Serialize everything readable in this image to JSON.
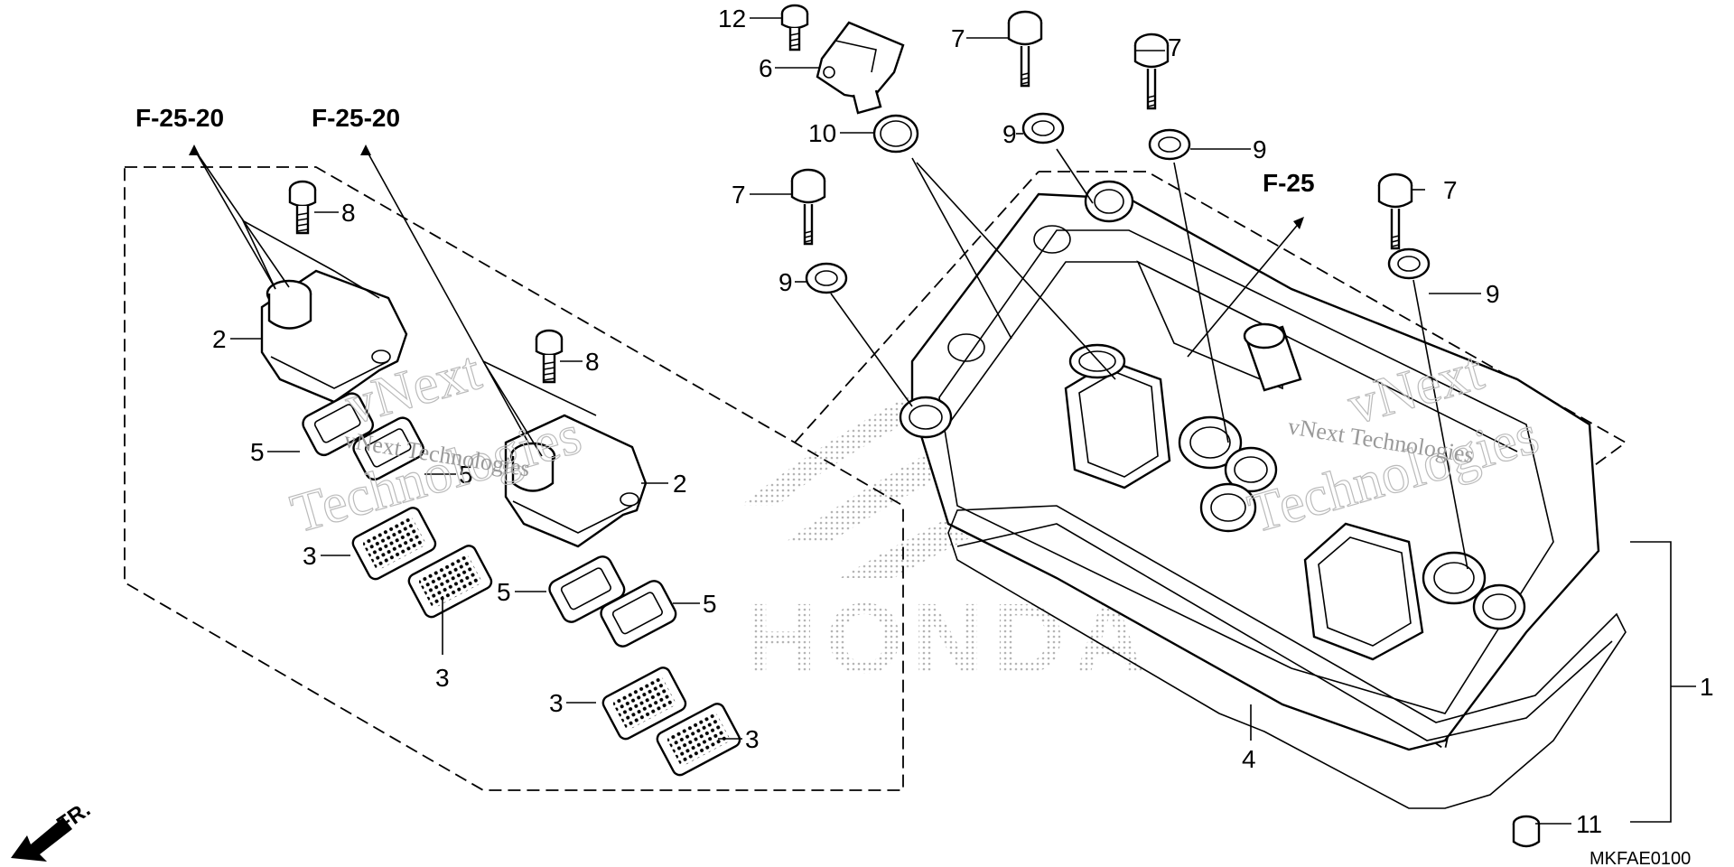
{
  "diagram": {
    "callouts": {
      "p1": "1",
      "p2a": "2",
      "p2b": "2",
      "p3a": "3",
      "p3b": "3",
      "p3c": "3",
      "p3d": "3",
      "p4": "4",
      "p5a": "5",
      "p5b": "5",
      "p5c": "5",
      "p5d": "5",
      "p6": "6",
      "p7a": "7",
      "p7b": "7",
      "p7c": "7",
      "p7d": "7",
      "p8a": "8",
      "p8b": "8",
      "p9a": "9",
      "p9b": "9",
      "p9c": "9",
      "p9d": "9",
      "p10": "10",
      "p11": "11",
      "p12": "12"
    },
    "references": {
      "left": "F-25-20",
      "middle": "F-25-20",
      "right": "F-25"
    },
    "front_indicator": "FR.",
    "diagram_code": "MKFAE0100",
    "watermarks": {
      "line1": "vNext",
      "line2": "Technologies",
      "inline": "vNext Technologies"
    },
    "brand_watermark": "HONDA"
  }
}
